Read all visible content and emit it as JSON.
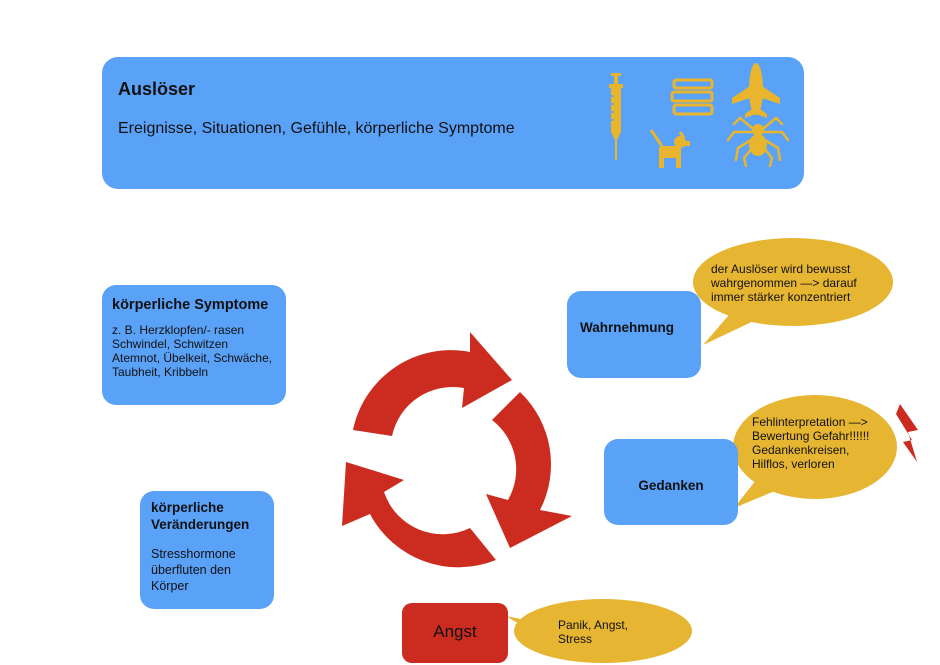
{
  "trigger": {
    "title": "Auslöser",
    "subtitle": "Ereignisse, Situationen, Gefühle, körperliche Symptome",
    "icons": [
      "syringe-icon",
      "books-icon",
      "airplane-icon",
      "dog-icon",
      "spider-icon"
    ],
    "color": "#5aa2f7"
  },
  "symptoms": {
    "title": "körperliche Symptome",
    "lines": [
      "z. B. Herzklopfen/- rasen",
      "Schwindel, Schwitzen",
      "Atemnot, Übelkeit, Schwäche,",
      "Taubheit, Kribbeln"
    ]
  },
  "changes": {
    "title_lines": [
      "körperliche",
      "Veränderungen"
    ],
    "lines": [
      "Stresshormone",
      "überfluten den",
      "Körper"
    ]
  },
  "perception": {
    "label": "Wahrnehmung",
    "bubble_lines": [
      "der Auslöser wird bewusst",
      "wahrgenommen —> darauf",
      "immer stärker konzentriert"
    ]
  },
  "thoughts": {
    "label": "Gedanken",
    "bubble_lines": [
      "Fehlinterpretation —>",
      "Bewertung Gefahr!!!!!!",
      "Gedankenkreisen,",
      "Hilflos, verloren"
    ]
  },
  "anxiety": {
    "label": "Angst",
    "bubble_lines": [
      "Panik, Angst,",
      "Stress"
    ]
  },
  "colors": {
    "box_blue": "#5aa2f7",
    "icon_gold": "#e8b52c",
    "bubble_gold": "#e6b532",
    "cycle_red": "#cb2c1f"
  }
}
